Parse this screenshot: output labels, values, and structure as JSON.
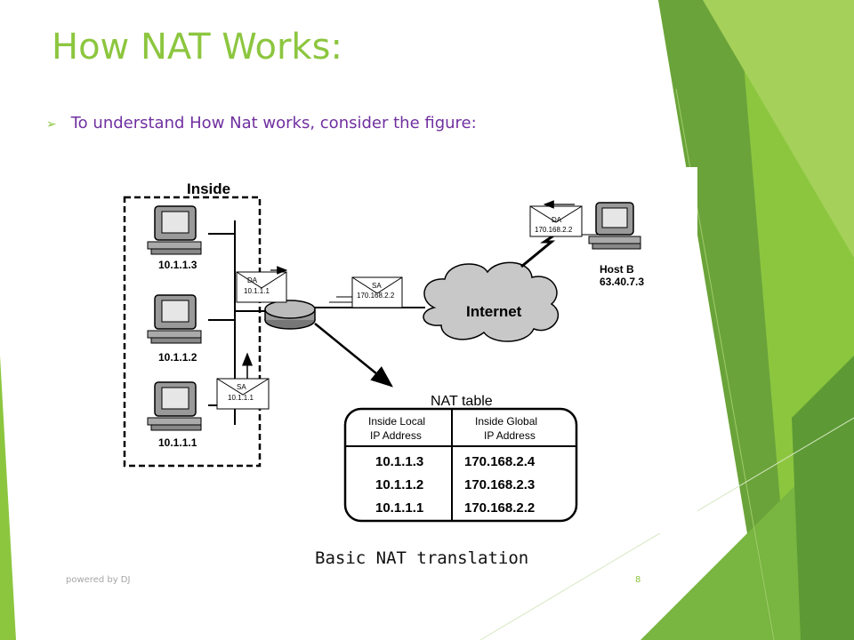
{
  "slide": {
    "title": "How NAT Works:",
    "bullet": "To understand How Nat works, consider the figure:",
    "caption": "Basic NAT translation",
    "footer": "powered by DJ",
    "page_number": "8"
  },
  "diagram": {
    "inside_label": "Inside",
    "hosts": [
      {
        "ip": "10.1.1.3"
      },
      {
        "ip": "10.1.1.2"
      },
      {
        "ip": "10.1.1.1"
      }
    ],
    "packets": [
      {
        "field": "DA",
        "address": "10.1.1.1"
      },
      {
        "field": "SA",
        "address": "170.168.2.2"
      },
      {
        "field": "DA",
        "address": "170.168.2.2"
      },
      {
        "field": "SA",
        "address": "10.1.1.1"
      }
    ],
    "internet_label": "Internet",
    "host_b": {
      "name": "Host B",
      "ip": "63.40.7.3"
    },
    "nat_table": {
      "title": "NAT table",
      "headers": [
        [
          "Inside Local",
          "IP Address"
        ],
        [
          "Inside Global",
          "IP Address"
        ]
      ],
      "rows": [
        [
          "10.1.1.3",
          "170.168.2.4"
        ],
        [
          "10.1.1.2",
          "170.168.2.3"
        ],
        [
          "10.1.1.1",
          "170.168.2.2"
        ]
      ]
    }
  },
  "colors": {
    "title": "#8cc63f",
    "bullet_text": "#7030a0",
    "accent_dark": "#4e8a2b",
    "accent_light": "#8cc63f"
  }
}
